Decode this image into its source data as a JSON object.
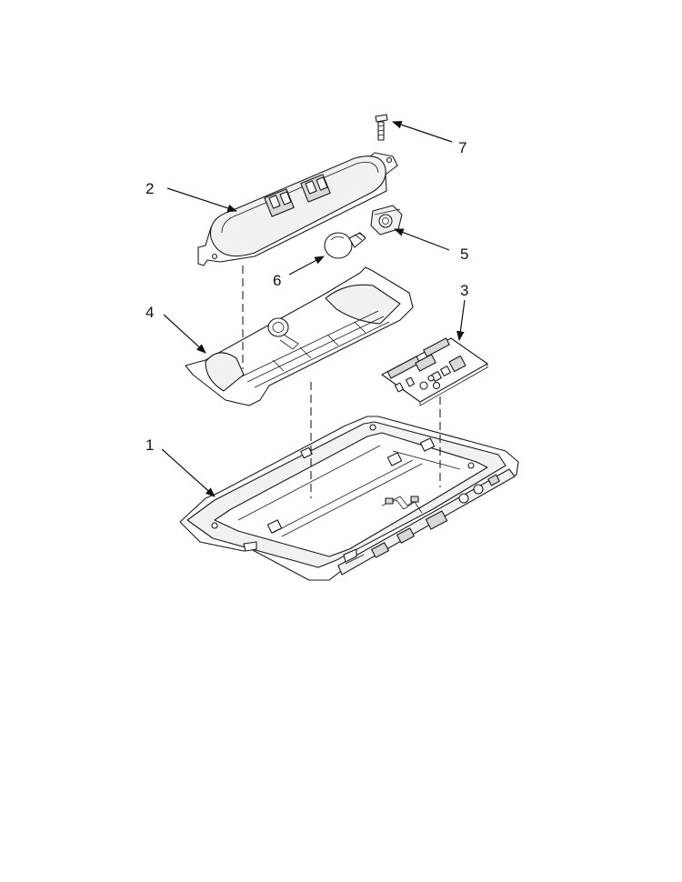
{
  "callouts": [
    {
      "id": "1",
      "label": "1"
    },
    {
      "id": "2",
      "label": "2"
    },
    {
      "id": "3",
      "label": "3"
    },
    {
      "id": "4",
      "label": "4"
    },
    {
      "id": "5",
      "label": "5"
    },
    {
      "id": "6",
      "label": "6"
    },
    {
      "id": "7",
      "label": "7"
    }
  ],
  "colors": {
    "line": "#1a1a1a",
    "background": "#ffffff",
    "shade": "#f1f1f1"
  }
}
